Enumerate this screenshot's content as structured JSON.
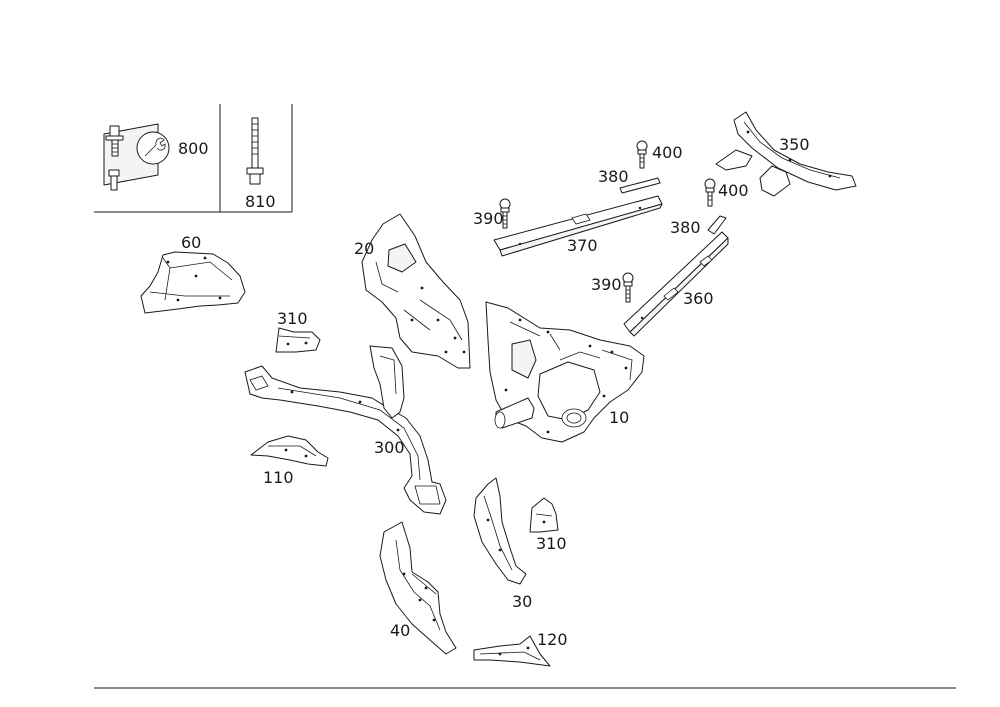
{
  "diagram": {
    "callouts": {
      "c800": "800",
      "c810": "810",
      "c60": "60",
      "c20": "20",
      "c310a": "310",
      "c310b": "310",
      "c300": "300",
      "c110": "110",
      "c10": "10",
      "c30": "30",
      "c40": "40",
      "c120": "120",
      "c350": "350",
      "c370": "370",
      "c360": "360",
      "c380a": "380",
      "c380b": "380",
      "c390a": "390",
      "c390b": "390",
      "c400a": "400",
      "c400b": "400"
    }
  }
}
